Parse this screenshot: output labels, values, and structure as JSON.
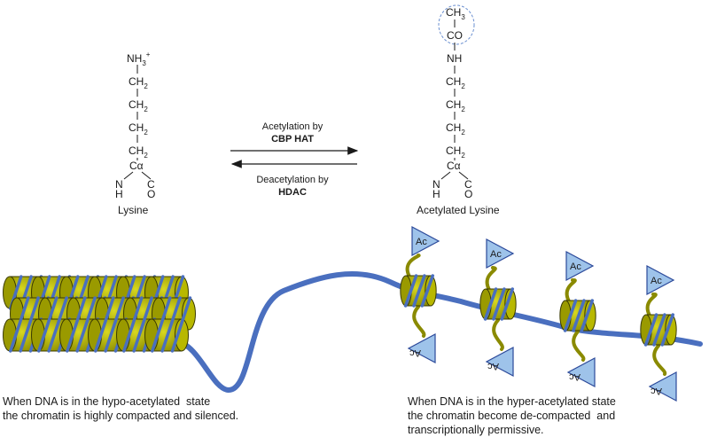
{
  "lysine": {
    "nh3": "NH3+",
    "ch2": [
      "CH2",
      "CH2",
      "CH2",
      "CH2"
    ],
    "ca": "Cα",
    "n": "N",
    "h": "H",
    "c": "C",
    "o": "O",
    "label": "Lysine"
  },
  "acetylated_lysine": {
    "ch3": "CH3",
    "co": "CO",
    "nh": "NH",
    "ch2": [
      "CH2",
      "CH2",
      "CH2",
      "CH2"
    ],
    "ca": "Cα",
    "n": "N",
    "h": "H",
    "c": "C",
    "o": "O",
    "label": "Acetylated Lysine"
  },
  "forward_reaction": {
    "line1": "Acetylation by",
    "line2": "CBP HAT"
  },
  "reverse_reaction": {
    "line1": "Deacetylation by",
    "line2": "HDAC"
  },
  "acetyl_tag": "Ac",
  "colors": {
    "dna": "#4a6fbf",
    "nucleosome": "#b8b800",
    "nucleosome_dark": "#7a7a00",
    "ac_fill": "#9ec3ea",
    "ac_stroke": "#2c4a9a",
    "circle": "#6a8fd0"
  },
  "captions": {
    "left": [
      "When DNA is in the hypo-acetylated  state",
      "the chromatin is highly compacted and silenced."
    ],
    "right": [
      "When DNA is in the hyper-acetylated state",
      "the chromatin become de-compacted  and",
      "transcriptionally permissive."
    ]
  }
}
